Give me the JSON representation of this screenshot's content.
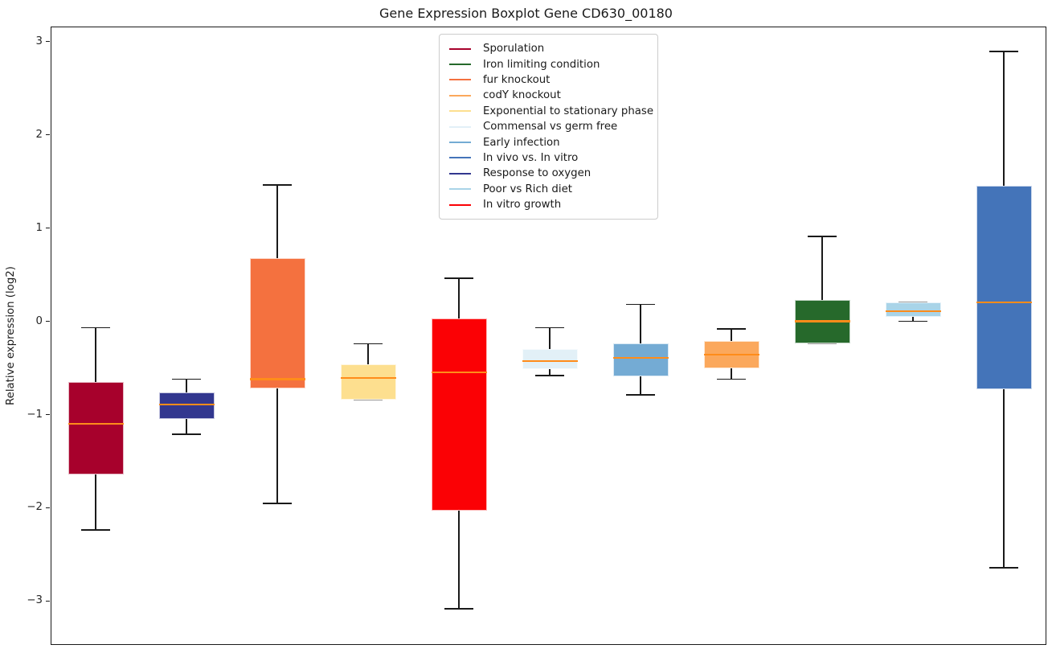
{
  "page": {
    "title": "Gene Expression Boxplot Gene CD630_00180"
  },
  "chart_data": {
    "type": "boxplot",
    "title": "Gene Expression Boxplot Gene CD630_00180",
    "xlabel": "",
    "ylabel": "Relative expression (log2)",
    "yticks": [
      3,
      2,
      1,
      0,
      -1,
      -2,
      -3
    ],
    "ylim": [
      -3.47,
      3.16
    ],
    "grid": false,
    "legend_position": "upper center inside",
    "median_color": "#FF8C1A",
    "axis_color": "#1a1a1a",
    "conditions": [
      {
        "name": "Sporulation",
        "color": "#A7012C"
      },
      {
        "name": "Iron limiting condition",
        "color": "#26692B"
      },
      {
        "name": "fur knockout",
        "color": "#F4713F"
      },
      {
        "name": "codY knockout",
        "color": "#FBA85C"
      },
      {
        "name": "Exponential to stationary phase",
        "color": "#FDDF8F"
      },
      {
        "name": "Commensal vs germ free",
        "color": "#E2F0F7"
      },
      {
        "name": "Early infection",
        "color": "#74ABD4"
      },
      {
        "name": "In vivo vs. In vitro",
        "color": "#4474B9"
      },
      {
        "name": "Response to oxygen",
        "color": "#32378F"
      },
      {
        "name": "Poor vs Rich diet",
        "color": "#A9D4E8"
      },
      {
        "name": "In vitro growth",
        "color": "#FB0105"
      }
    ],
    "boxes": [
      {
        "condition": "Sporulation",
        "whisker_low": -2.24,
        "q1": -1.64,
        "median": -1.1,
        "q3": -0.65,
        "whisker_high": -0.07
      },
      {
        "condition": "Response to oxygen",
        "whisker_low": -1.21,
        "q1": -1.05,
        "median": -0.89,
        "q3": -0.76,
        "whisker_high": -0.62
      },
      {
        "condition": "fur knockout",
        "whisker_low": -1.95,
        "q1": -0.72,
        "median": -0.62,
        "q3": 0.68,
        "whisker_high": 1.46
      },
      {
        "condition": "Exponential to stationary phase",
        "whisker_low": -0.84,
        "q1": -0.84,
        "median": -0.61,
        "q3": -0.46,
        "whisker_high": -0.24
      },
      {
        "condition": "In vitro growth",
        "whisker_low": -3.08,
        "q1": -2.03,
        "median": -0.55,
        "q3": 0.03,
        "whisker_high": 0.46
      },
      {
        "condition": "Commensal vs germ free",
        "whisker_low": -0.58,
        "q1": -0.51,
        "median": -0.43,
        "q3": -0.3,
        "whisker_high": -0.07
      },
      {
        "condition": "Early infection",
        "whisker_low": -0.79,
        "q1": -0.59,
        "median": -0.39,
        "q3": -0.24,
        "whisker_high": 0.18
      },
      {
        "condition": "codY knockout",
        "whisker_low": -0.62,
        "q1": -0.5,
        "median": -0.36,
        "q3": -0.21,
        "whisker_high": -0.08
      },
      {
        "condition": "Iron limiting condition",
        "whisker_low": -0.24,
        "q1": -0.24,
        "median": 0.0,
        "q3": 0.23,
        "whisker_high": 0.91
      },
      {
        "condition": "Poor vs Rich diet",
        "whisker_low": 0.0,
        "q1": 0.05,
        "median": 0.11,
        "q3": 0.2,
        "whisker_high": 0.2
      },
      {
        "condition": "In vivo vs. In vitro",
        "whisker_low": -2.64,
        "q1": -0.73,
        "median": 0.2,
        "q3": 1.45,
        "whisker_high": 2.89
      }
    ]
  }
}
